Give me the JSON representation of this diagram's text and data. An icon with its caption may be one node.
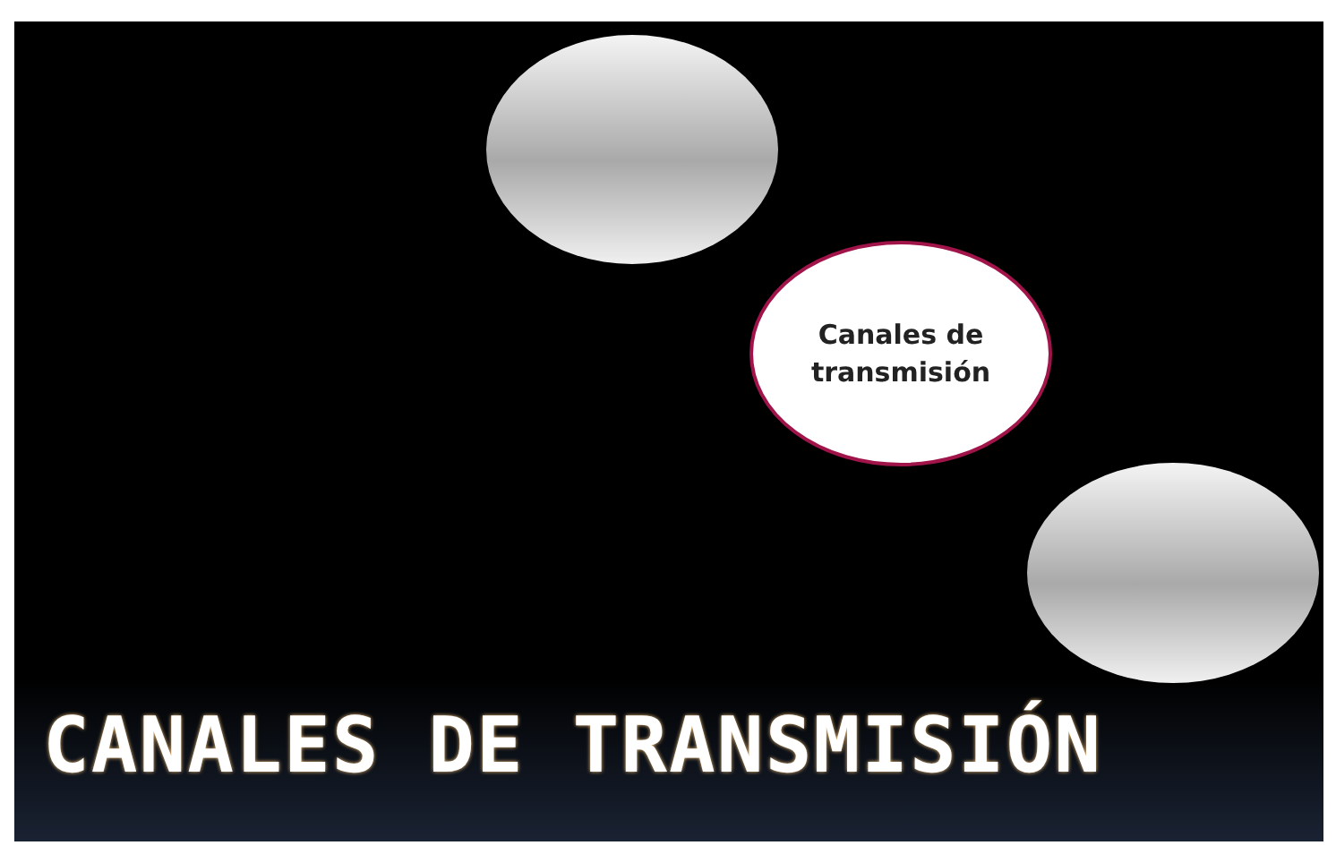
{
  "diagram": {
    "title": "CANALES DE TRANSMISIÓN",
    "nodes": [
      {
        "text": [],
        "shape": "ellipse"
      },
      {
        "text": [
          "Canales de transmisión"
        ]
      },
      {
        "text": [],
        "shape": "ellipse"
      }
    ]
  }
}
